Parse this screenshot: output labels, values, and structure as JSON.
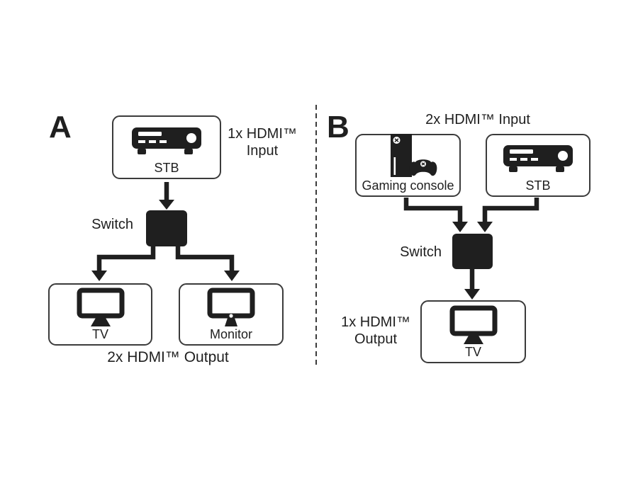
{
  "colors": {
    "ink": "#1f1f1f",
    "box_border": "#3b3b3b",
    "background": "#ffffff"
  },
  "panel_a": {
    "letter": "A",
    "input_annotation": {
      "line1": "1x HDMI™",
      "line2": "Input"
    },
    "devices": {
      "stb": {
        "label": "STB",
        "icon": "stb-icon"
      },
      "tv": {
        "label": "TV",
        "icon": "tv-icon"
      },
      "monitor": {
        "label": "Monitor",
        "icon": "monitor-icon"
      }
    },
    "switch_label": "Switch",
    "output_annotation": "2x HDMI™ Output"
  },
  "panel_b": {
    "letter": "B",
    "input_annotation": "2x HDMI™ Input",
    "devices": {
      "gaming_console": {
        "label": "Gaming console",
        "icon": "gaming-console-icon"
      },
      "stb": {
        "label": "STB",
        "icon": "stb-icon"
      },
      "tv": {
        "label": "TV",
        "icon": "tv-icon"
      }
    },
    "switch_label": "Switch",
    "output_annotation": {
      "line1": "1x HDMI™",
      "line2": "Output"
    }
  }
}
